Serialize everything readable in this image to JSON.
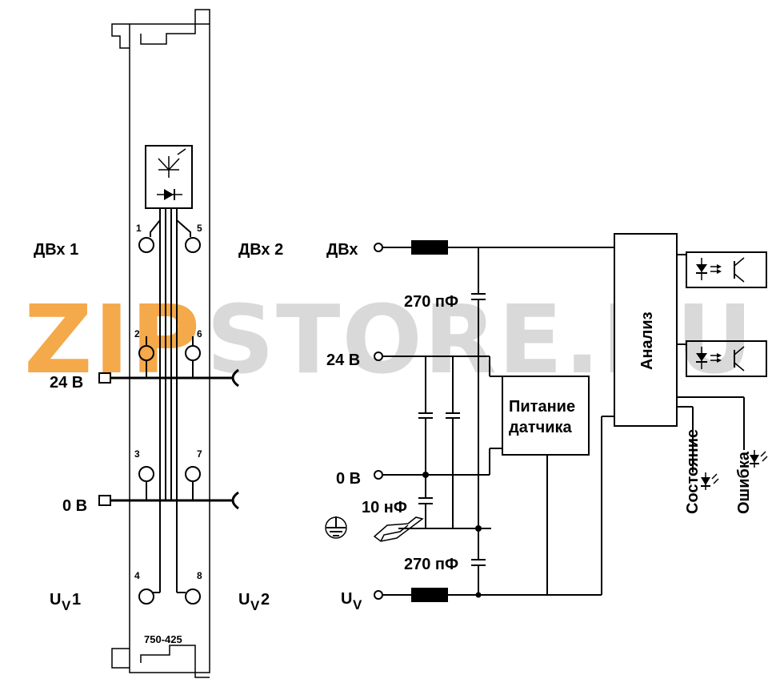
{
  "watermark": {
    "text_accent": "ZIP",
    "text_main": "STORE.RU",
    "accent_color": "#f4a94a",
    "main_color": "#d6d6d6"
  },
  "module": {
    "part_number": "750-425",
    "terminals": [
      "1",
      "2",
      "3",
      "4",
      "5",
      "6",
      "7",
      "8"
    ],
    "left_labels": {
      "di1": "ДВх 1",
      "v24": "24 В",
      "v0": "0 В",
      "uv1_main": "U",
      "uv1_sub": "V",
      "uv1_num": " 1"
    },
    "right_labels": {
      "di2": "ДВх 2",
      "uv2_main": "U",
      "uv2_sub": "V",
      "uv2_num": " 2"
    }
  },
  "schematic": {
    "inputs": {
      "dvx": "ДВх",
      "v24": "24 В",
      "v0": "0 В",
      "uv_main": "U",
      "uv_sub": "V"
    },
    "caps": {
      "c_top": "270 пФ",
      "c_gnd": "10 нФ",
      "c_bottom": "270 пФ"
    },
    "blocks": {
      "sensor_power_line1": "Питание",
      "sensor_power_line2": "датчика",
      "analysis": "Анализ"
    },
    "leds": {
      "status": "Состояние",
      "error": "Ошибка"
    }
  }
}
